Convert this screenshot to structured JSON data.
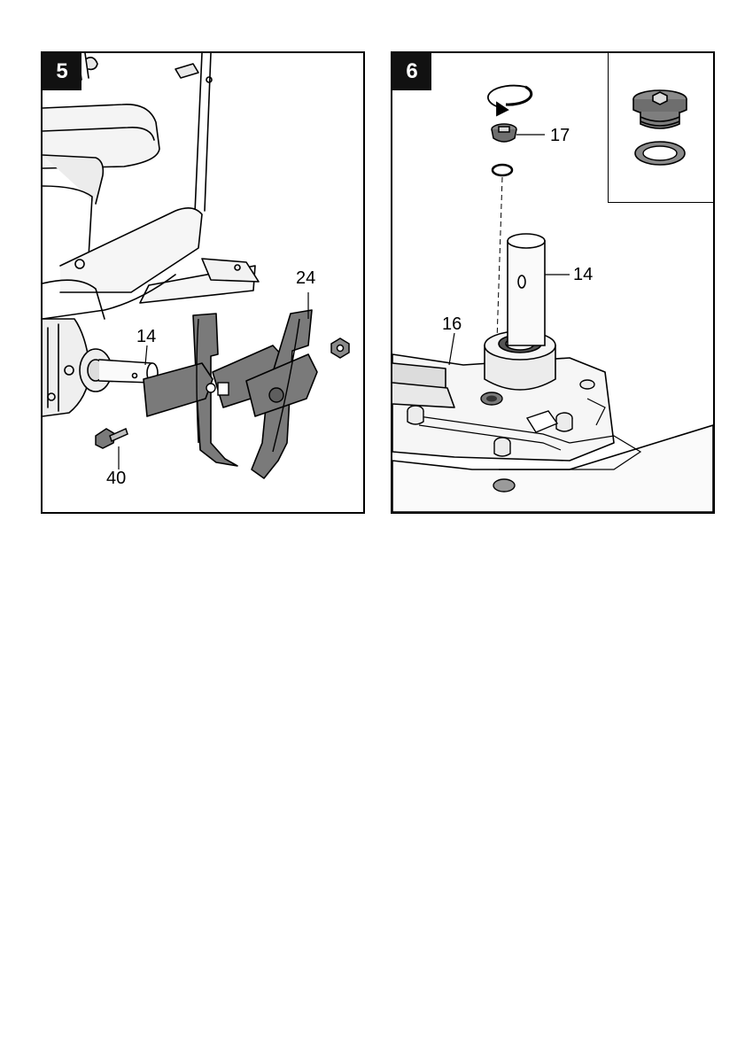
{
  "figures": [
    {
      "step": "5",
      "callouts": {
        "blade": "24",
        "shaft": "14",
        "bolt": "40"
      }
    },
    {
      "step": "6",
      "callouts": {
        "plug": "17",
        "shaft": "14",
        "housing": "16"
      },
      "inset_icons": [
        "oil-plug-icon",
        "sealing-ring-icon"
      ]
    }
  ],
  "colors": {
    "line": "#000000",
    "part_fill": "#7a7a7a",
    "light_fill": "#f2f2f2",
    "shade": "#bdbdbd"
  }
}
